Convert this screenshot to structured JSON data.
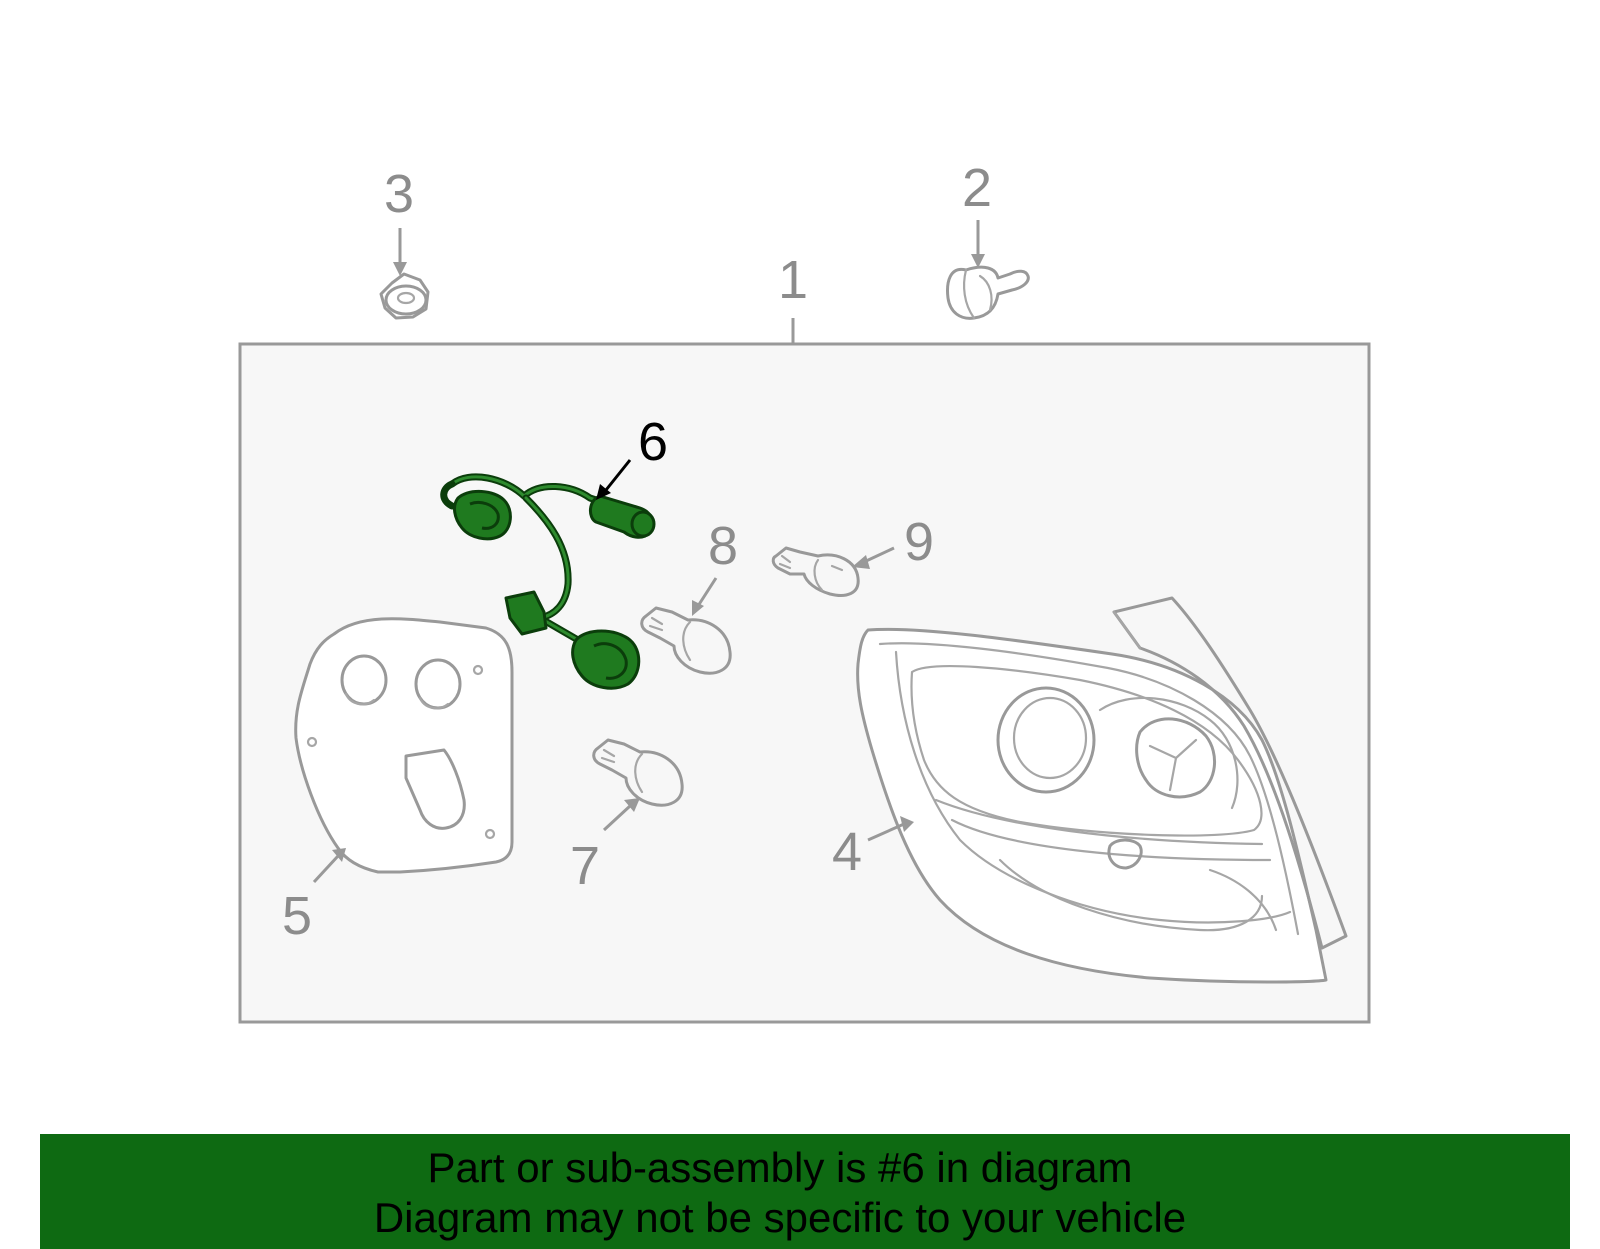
{
  "diagram": {
    "callouts": {
      "c1": "1",
      "c2": "2",
      "c3": "3",
      "c4": "4",
      "c5": "5",
      "c6": "6",
      "c7": "7",
      "c8": "8",
      "c9": "9"
    },
    "highlighted_part": "6",
    "colors": {
      "highlight": "#1f7a1f",
      "line": "#999999",
      "panel": "#f7f7f7",
      "banner": "#0e6a12"
    }
  },
  "banner": {
    "line1": "Part or sub-assembly is #6 in diagram",
    "line2": "Diagram may not be specific to your vehicle"
  }
}
